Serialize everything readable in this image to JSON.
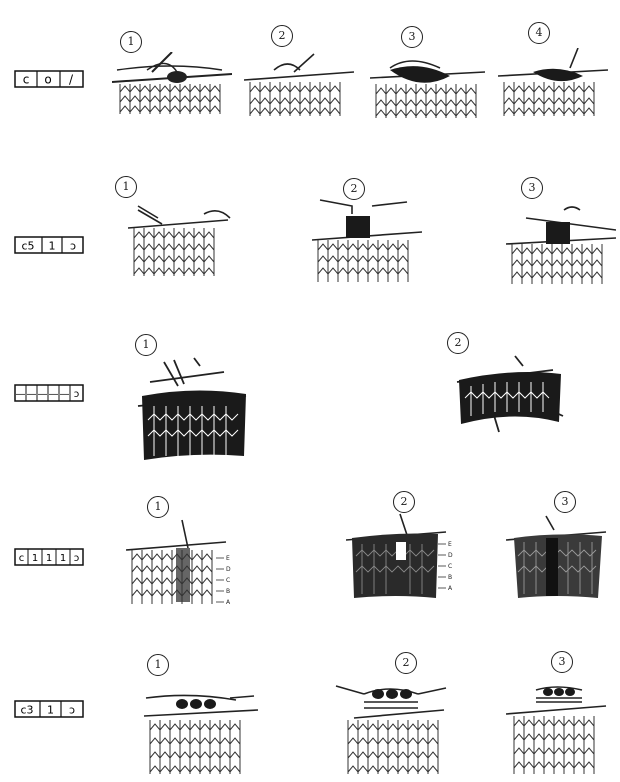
{
  "rows": [
    {
      "id": "row-1",
      "symbol": {
        "cells": [
          "c",
          "o",
          "/"
        ]
      },
      "steps": [
        "1",
        "2",
        "3",
        "4"
      ]
    },
    {
      "id": "row-2",
      "symbol": {
        "cells": [
          "c5",
          "1",
          "ɔ"
        ]
      },
      "steps": [
        "1",
        "2",
        "3"
      ]
    },
    {
      "id": "row-3",
      "symbol": {
        "cells": [
          "—",
          "—",
          "—",
          "—",
          "—",
          "ɔ"
        ]
      },
      "steps": [
        "1",
        "2"
      ]
    },
    {
      "id": "row-4",
      "symbol": {
        "cells": [
          "c",
          "1",
          "1",
          "1",
          "ɔ"
        ]
      },
      "steps": [
        "1",
        "2",
        "3"
      ],
      "labels": [
        "E",
        "D",
        "C",
        "B",
        "A"
      ]
    },
    {
      "id": "row-5",
      "symbol": {
        "cells": [
          "c3",
          "1",
          "ɔ"
        ]
      },
      "steps": [
        "1",
        "2",
        "3"
      ]
    }
  ]
}
